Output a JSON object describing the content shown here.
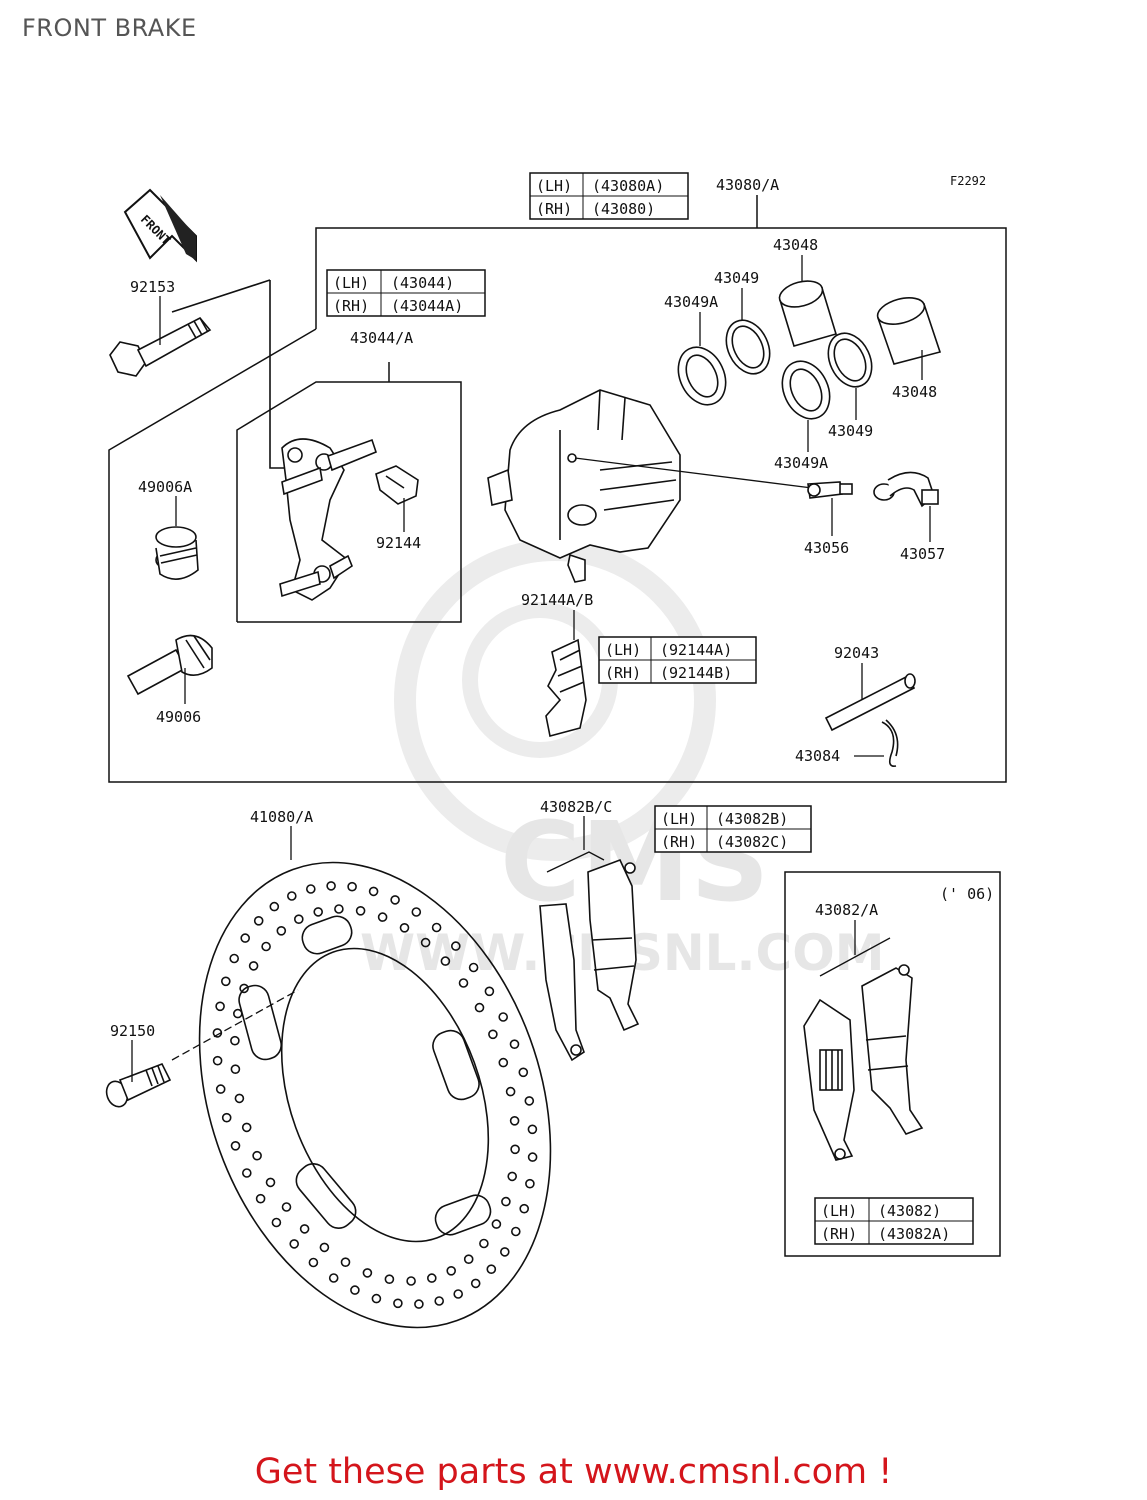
{
  "page": {
    "title": "FRONT BRAKE",
    "footer_link": "Get these parts at www.cmsnl.com !"
  },
  "diagram": {
    "figure_code": "F2292",
    "front_arrow_label": "FRONT",
    "year_note": "(' 06)",
    "watermark": {
      "logo": "CMS",
      "url": "WWW.CMSNL.COM"
    },
    "part_labels": {
      "p92153": "92153",
      "p43044A": "43044/A",
      "p49006A": "49006A",
      "p92144": "92144",
      "p49006": "49006",
      "p43080A": "43080/A",
      "p43048a": "43048",
      "p43049a": "43049",
      "p43049Aa": "43049A",
      "p43048b": "43048",
      "p43049b": "43049",
      "p43049Ab": "43049A",
      "p43056": "43056",
      "p43057": "43057",
      "p92144AB": "92144A/B",
      "p92043": "92043",
      "p43084": "43084",
      "p41080A": "41080/A",
      "p43082BC": "43082B/C",
      "p43082A": "43082/A",
      "p92150": "92150"
    },
    "tables": {
      "t43080": [
        {
          "side": "(LH)",
          "part": "(43080A)"
        },
        {
          "side": "(RH)",
          "part": "(43080)"
        }
      ],
      "t43044": [
        {
          "side": "(LH)",
          "part": "(43044)"
        },
        {
          "side": "(RH)",
          "part": "(43044A)"
        }
      ],
      "t92144": [
        {
          "side": "(LH)",
          "part": "(92144A)"
        },
        {
          "side": "(RH)",
          "part": "(92144B)"
        }
      ],
      "t43082BC": [
        {
          "side": "(LH)",
          "part": "(43082B)"
        },
        {
          "side": "(RH)",
          "part": "(43082C)"
        }
      ],
      "t43082": [
        {
          "side": "(LH)",
          "part": "(43082)"
        },
        {
          "side": "(RH)",
          "part": "(43082A)"
        }
      ]
    }
  }
}
